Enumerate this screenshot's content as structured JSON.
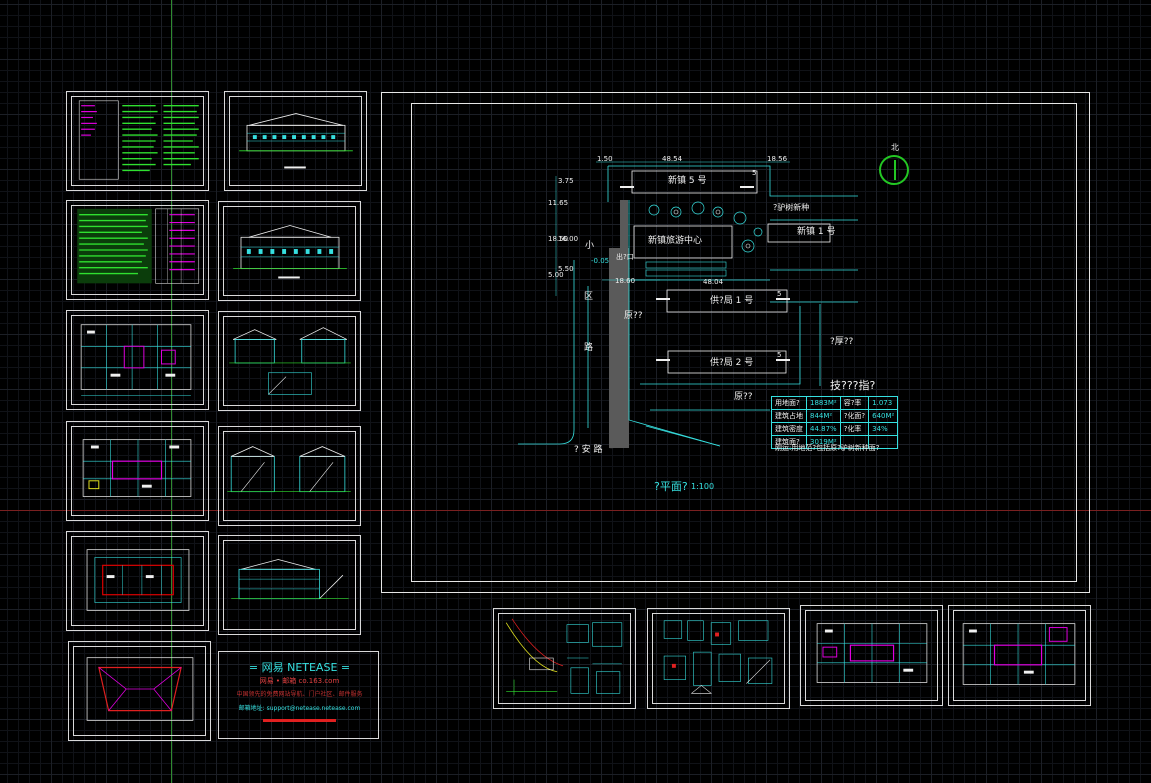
{
  "app": {
    "background": "#000000",
    "accent_cyan": "#36e0e0",
    "accent_green": "#23c723",
    "crosshair_colors": {
      "vertical": "#2f8a2f",
      "horizontal": "#7a2020"
    }
  },
  "site_plan": {
    "buildings": [
      {
        "label": "新镇 5 号"
      },
      {
        "label": "新镇旅游中心"
      },
      {
        "label": "新镇 1 号"
      },
      {
        "label": "供?局 1 号"
      },
      {
        "label": "供?局 2 号"
      },
      {
        "label": "?驴树新种"
      }
    ],
    "labels": {
      "road_left_1": "小",
      "road_left_2": "区",
      "road_left_3": "路",
      "bottom_road": "? 安 路",
      "area_a": "原??",
      "area_b": "?厚??",
      "area_c": "原??",
      "entrance": "出?口",
      "elevation": "-0.05",
      "north": "北"
    },
    "dimensions": {
      "top_1": "1.50",
      "top_2": "48.54",
      "top_3": "18.56",
      "left_1": "11.65",
      "left_2": "3.75",
      "left_3": "18.50",
      "left_4": "16.00",
      "left_5": "5.00",
      "left_6": "5.50",
      "mid_1": "18.60",
      "mid_2": "48.04",
      "tag": "5"
    },
    "table_title": "技???指?",
    "stats": [
      {
        "k1": "用地面?",
        "v1": "1883M²",
        "k2": "容?率",
        "v2": "1.073"
      },
      {
        "k1": "建筑占地",
        "v1": "844M²",
        "k2": "?化面?",
        "v2": "640M²"
      },
      {
        "k1": "建筑密度",
        "v1": "44.87%",
        "k2": "?化率",
        "v2": "34%"
      },
      {
        "k1": "建筑面?",
        "v1": "3019M²",
        "k2": "",
        "v2": ""
      }
    ],
    "note": "刚运:用地范?包括原?驴树新种面?",
    "caption": "?平面?",
    "scale": "1:100"
  },
  "netease": {
    "line1": "= 网易  NETEASE =",
    "line2": "网易 • 邮箱      co.163.com",
    "line3": "中国领先的免费网站导航、门户社区、邮件服务",
    "line4": "邮箱地址: support@netease.netease.com"
  }
}
